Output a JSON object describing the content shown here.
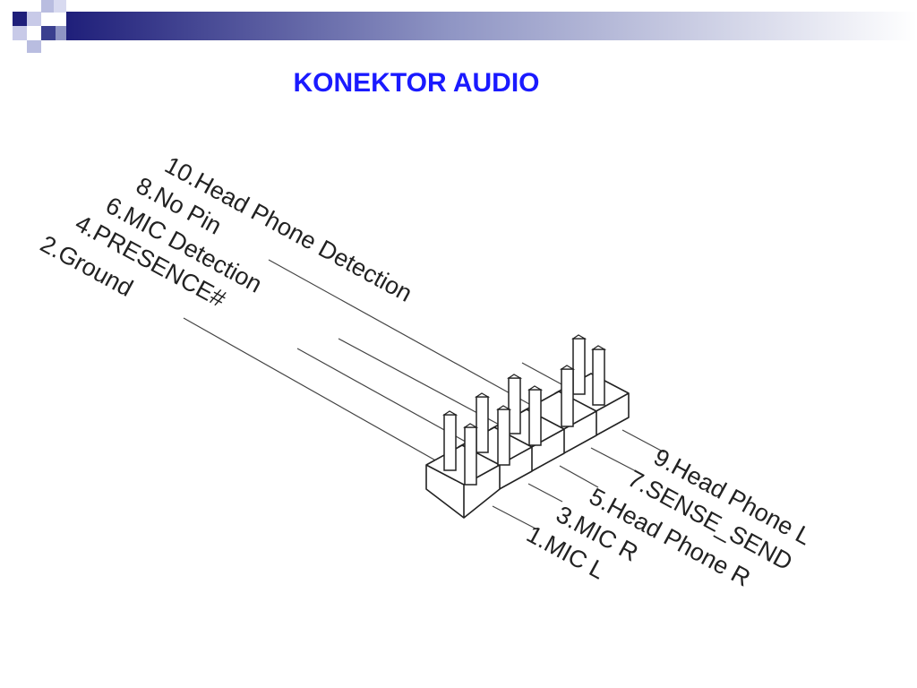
{
  "slide": {
    "title": "KONEKTOR AUDIO",
    "accent_colors": {
      "navy": "#1f1f7a",
      "slate": "#8f95c4",
      "title": "#1a1aff"
    }
  },
  "diagram": {
    "upper_labels": [
      "10.Head Phone Detection",
      "8.No Pin",
      "6.MIC Detection",
      "4.PRESENCE#",
      "2.Ground"
    ],
    "lower_labels": [
      "9.Head Phone L",
      "7.SENSE_SEND",
      "5.Head Phone R",
      "3.MIC R",
      "1.MIC L"
    ]
  }
}
